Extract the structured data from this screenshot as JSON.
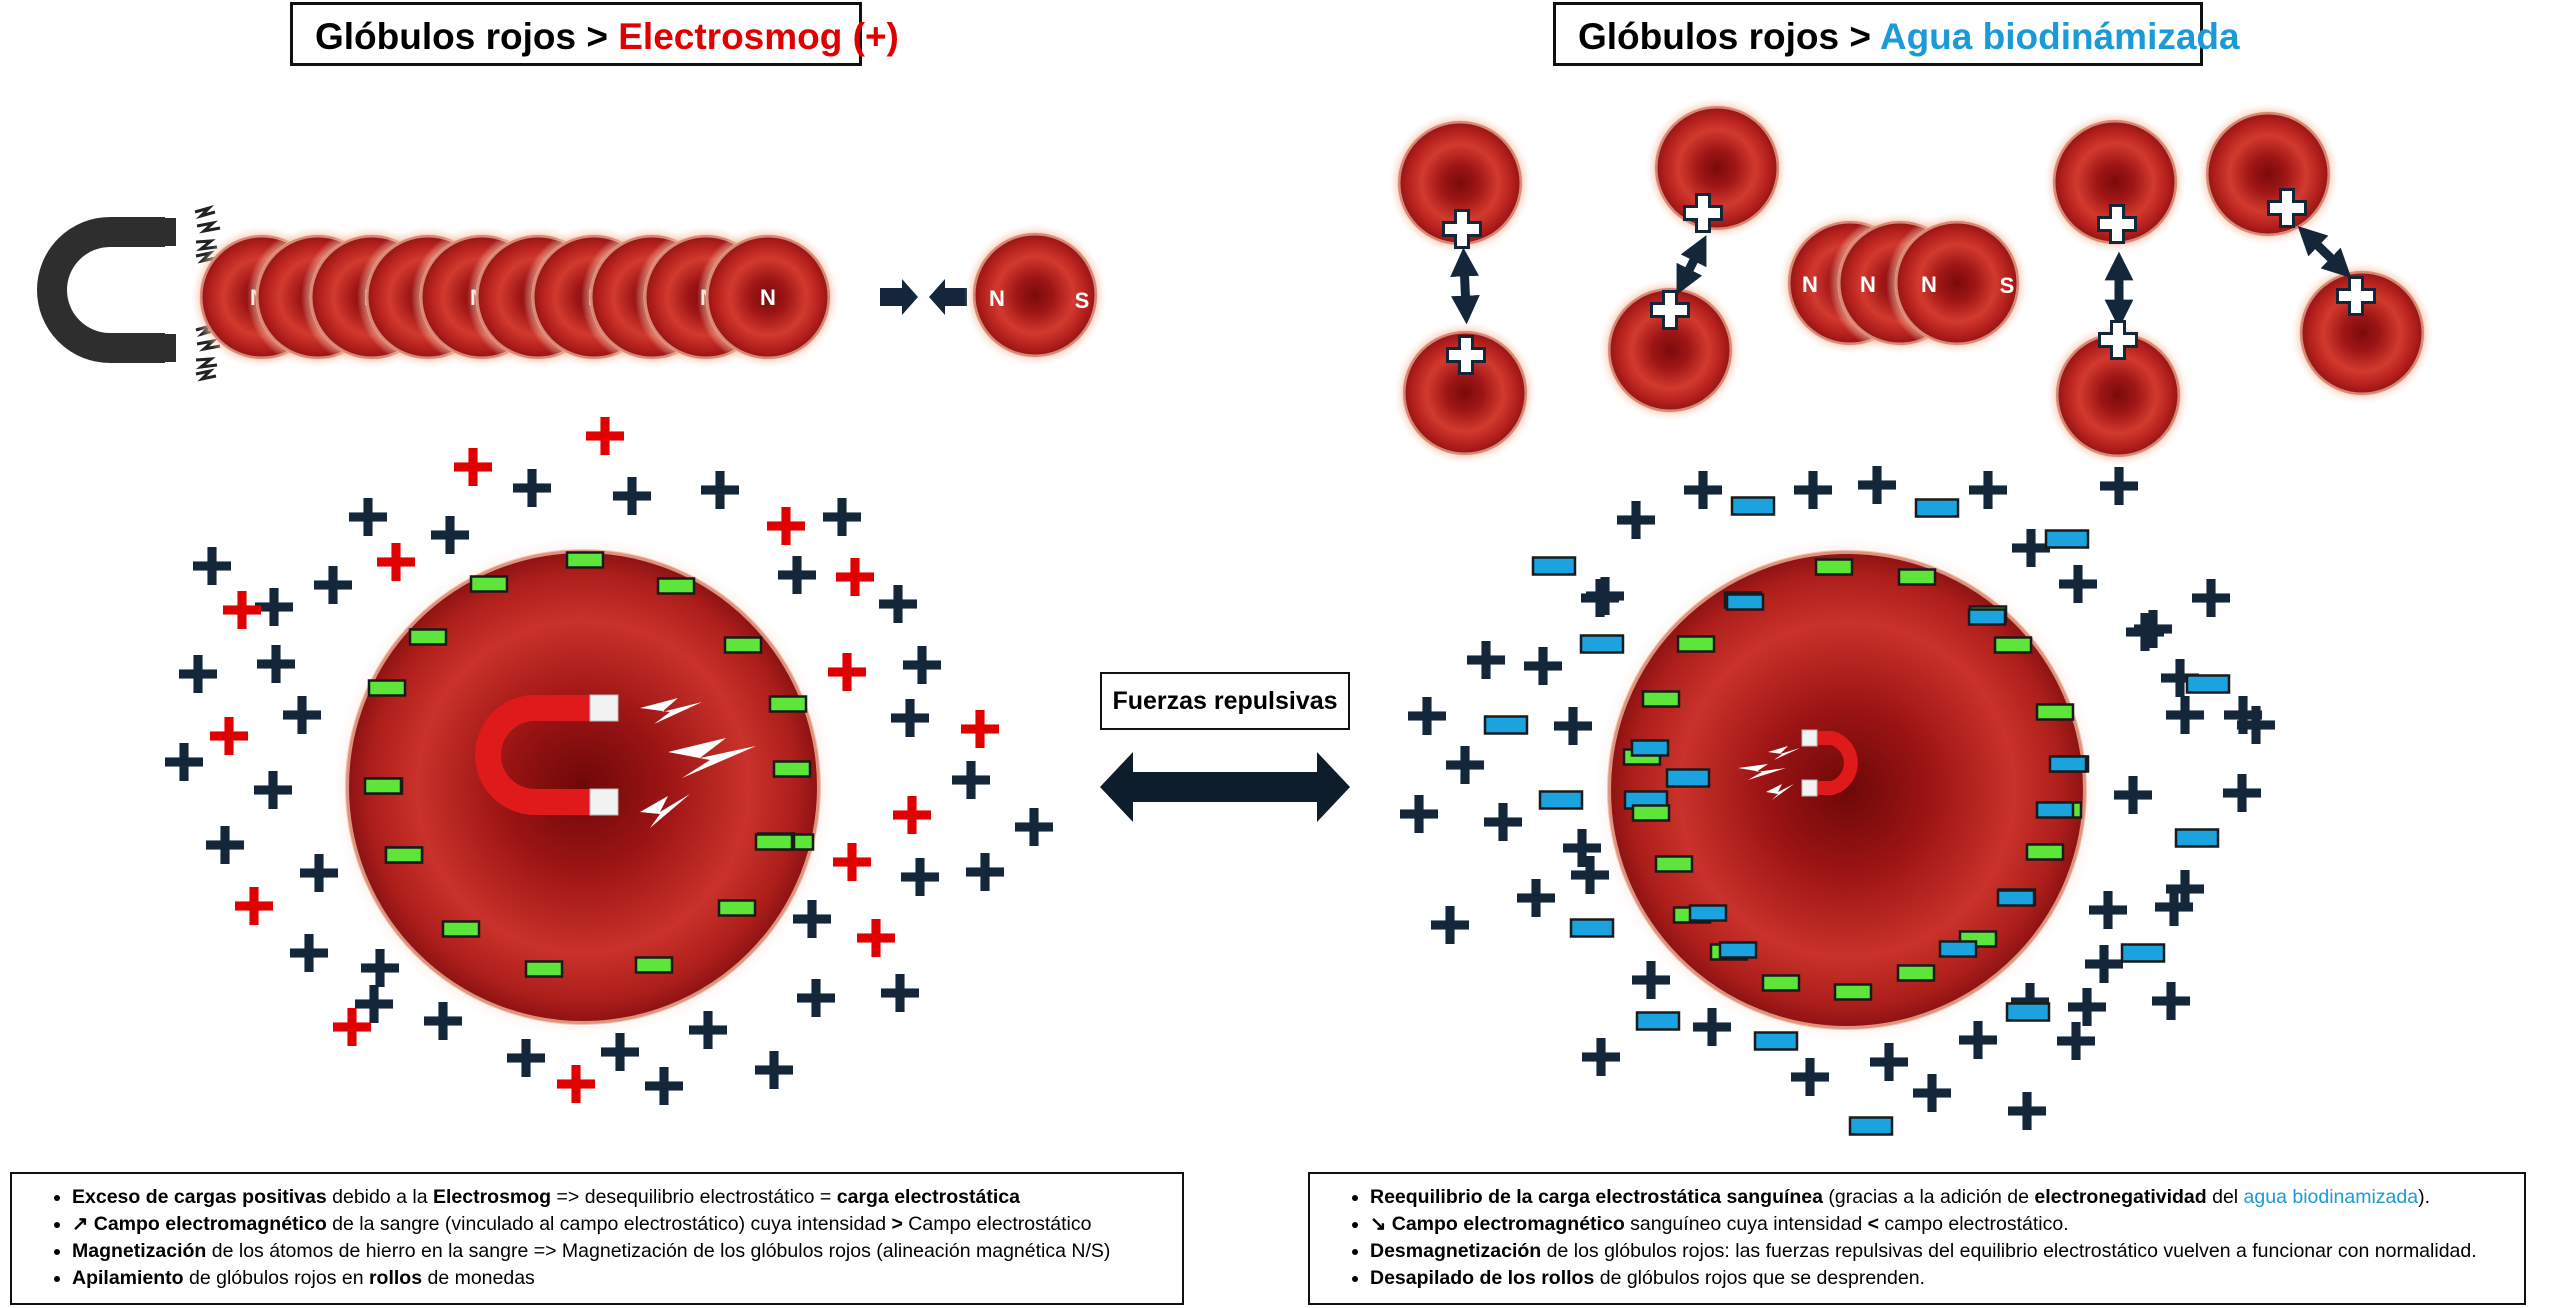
{
  "left_title": {
    "prefix": "Glóbulos rojos > ",
    "highlight": "Electrosmog (+)"
  },
  "right_title": {
    "prefix": "Glóbulos rojos > ",
    "highlight": "Agua biodinámizada"
  },
  "forces_label": "Fuerzas repulsivas",
  "pole_labels": {
    "north": "N",
    "south": "S"
  },
  "colors": {
    "red_accent": "#e00000",
    "blue_accent": "#1a9bd7",
    "navy_charge": "#14273a",
    "green_charge": "#5ee53a",
    "blue_charge": "#1ba3e0",
    "cell_red": "#b01a1a"
  },
  "icons": [
    "horseshoe-magnet-icon",
    "lightning-icon",
    "red-blood-cell-icon",
    "double-arrow-icon",
    "plus-icon",
    "minus-icon"
  ],
  "left_notes": [
    {
      "a": "Exceso de cargas positivas",
      "b": " debido a la ",
      "c": "Electrosmog",
      "d": " => desequilibrio electrostático = ",
      "e": "carga electrostática"
    },
    {
      "a": "↗ Campo electromagnético",
      "b": " de la sangre (vinculado al campo electrostático) cuya intensidad ",
      "c": ">",
      "d": " Campo electrostático"
    },
    {
      "a": "Magnetización",
      "b": " de los átomos de hierro en la sangre => Magnetización de los glóbulos rojos (alineación magnética N/S)"
    },
    {
      "a": "Apilamiento",
      "b": " de glóbulos rojos en ",
      "c": "rollos",
      "d": " de monedas"
    }
  ],
  "right_notes": [
    {
      "a": "Reequilibrio de la carga electrostática sanguínea",
      "b": " (gracias a la adición de ",
      "c": "electronegatividad",
      "d": " del ",
      "e": "agua biodinamizada",
      "f": ")."
    },
    {
      "a": "↘ Campo electromagnético",
      "b": " sanguíneo cuya intensidad ",
      "c": "<",
      "d": " campo electrostático."
    },
    {
      "a": "Desmagnetización",
      "b": " de los glóbulos rojos: las fuerzas repulsivas del equilibrio electrostático vuelven a funcionar con normalidad."
    },
    {
      "a": "Desapilado de los rollos",
      "b": " de glóbulos rojos que se desprenden."
    }
  ]
}
